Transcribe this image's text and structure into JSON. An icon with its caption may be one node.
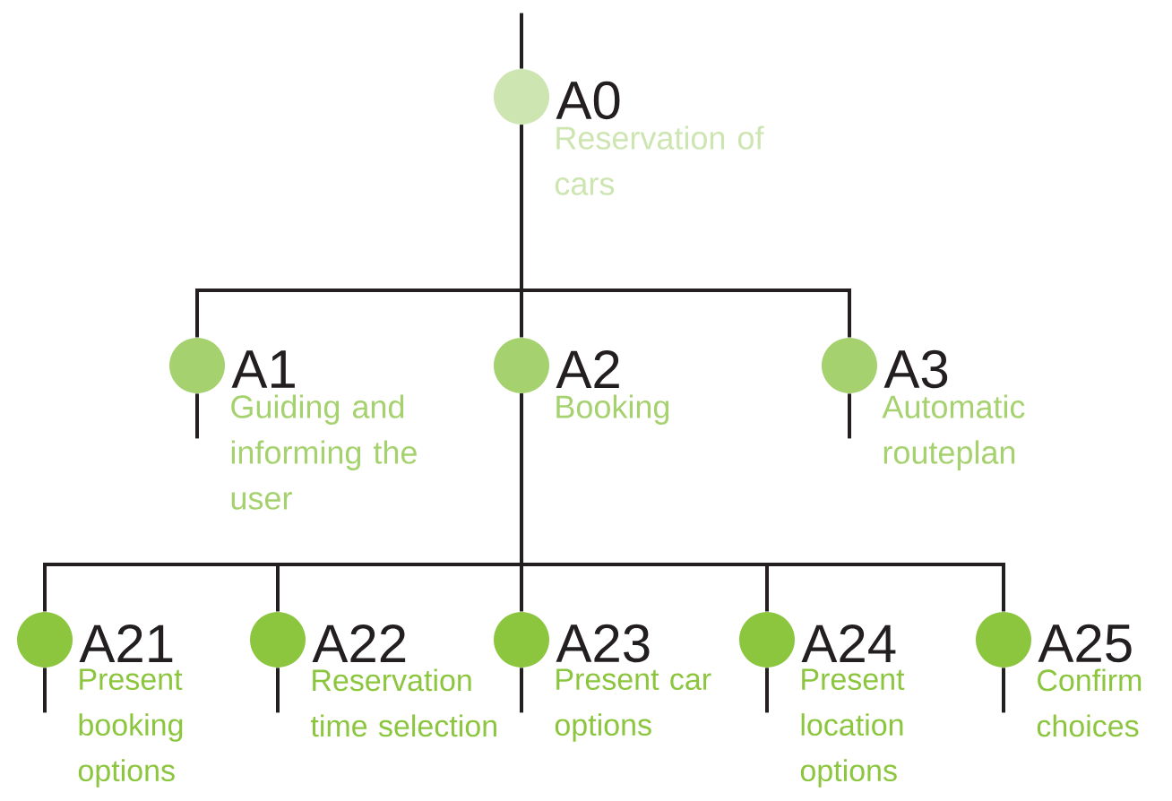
{
  "diagram": {
    "nodes": [
      {
        "text": [
          "A0",
          "Reservation of cars"
        ]
      },
      {
        "text": [
          "A1",
          "Guiding and informing the user"
        ]
      },
      {
        "text": [
          "A2",
          "Booking"
        ]
      },
      {
        "text": [
          "A3",
          "Automatic routeplan"
        ]
      },
      {
        "text": [
          "A21",
          "Present booking options"
        ]
      },
      {
        "text": [
          "A22",
          "Reservation time selection"
        ]
      },
      {
        "text": [
          "A23",
          "Present car options"
        ]
      },
      {
        "text": [
          "A24",
          "Present location options"
        ]
      },
      {
        "text": [
          "A25",
          "Confirm choices"
        ]
      }
    ],
    "edges": [
      {
        "from": null,
        "to": 0,
        "arrow": "none"
      },
      {
        "from": 0,
        "to": 1,
        "arrow": "none"
      },
      {
        "from": 0,
        "to": 2,
        "arrow": "none"
      },
      {
        "from": 0,
        "to": 3,
        "arrow": "none"
      },
      {
        "from": 1,
        "to": null,
        "arrow": "none"
      },
      {
        "from": 3,
        "to": null,
        "arrow": "none"
      },
      {
        "from": 2,
        "to": 4,
        "arrow": "none"
      },
      {
        "from": 2,
        "to": 5,
        "arrow": "none"
      },
      {
        "from": 2,
        "to": 6,
        "arrow": "none"
      },
      {
        "from": 2,
        "to": 7,
        "arrow": "none"
      },
      {
        "from": 2,
        "to": 8,
        "arrow": "none"
      },
      {
        "from": 4,
        "to": null,
        "arrow": "none"
      },
      {
        "from": 5,
        "to": null,
        "arrow": "none"
      },
      {
        "from": 6,
        "to": null,
        "arrow": "none"
      },
      {
        "from": 7,
        "to": null,
        "arrow": "none"
      },
      {
        "from": 8,
        "to": null,
        "arrow": "none"
      }
    ]
  }
}
